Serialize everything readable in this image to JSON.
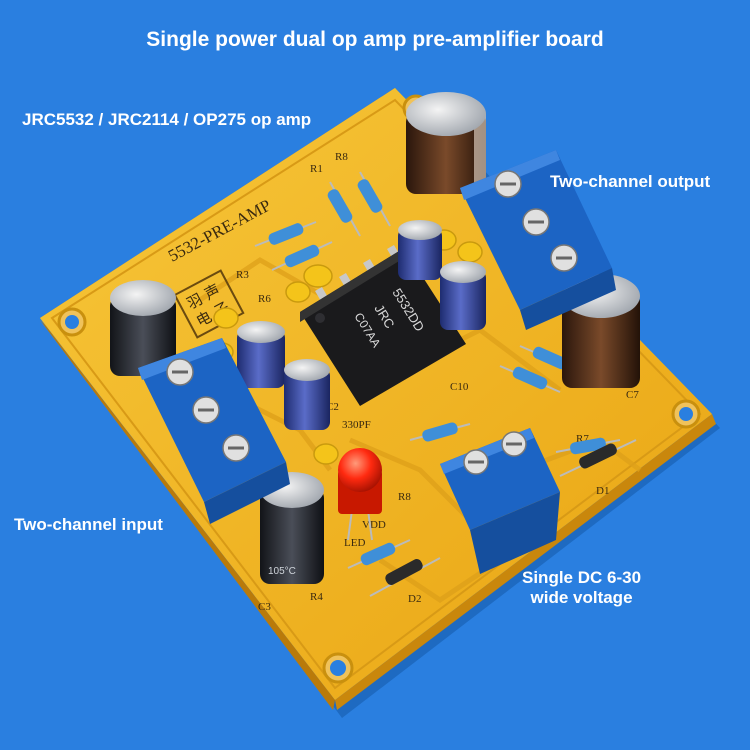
{
  "captions": {
    "title": "Single power dual op amp pre-amplifier board",
    "op_amp_models": "JRC5532 / JRC2114 / OP275 op amp",
    "output_label": "Two-channel output",
    "input_label": "Two-channel input",
    "power_line1": "Single DC 6-30",
    "power_line2": "wide voltage"
  },
  "board": {
    "silkscreen_title": "5532-PRE-AMP",
    "brand_chars": [
      "羽",
      "声",
      "电",
      "子"
    ],
    "chip_marking": [
      "5532DD",
      "JRC",
      "C07AA"
    ],
    "cap_marking_large": "105°C",
    "refdes": [
      "R1",
      "R8",
      "R3",
      "R6",
      "C2",
      "C3",
      "R4",
      "D2",
      "D1",
      "R7",
      "C7",
      "C10",
      "R8",
      "LED",
      "VDD",
      "330PF"
    ]
  },
  "colors": {
    "background": "#2a7fe0",
    "pcb": "#f2b21c",
    "terminal": "#1f6fd0",
    "capacitor": "#2a3a8a",
    "large_capacitor": "#3a2418",
    "led": "#ff2a10",
    "caption_text": "#ffffff"
  }
}
